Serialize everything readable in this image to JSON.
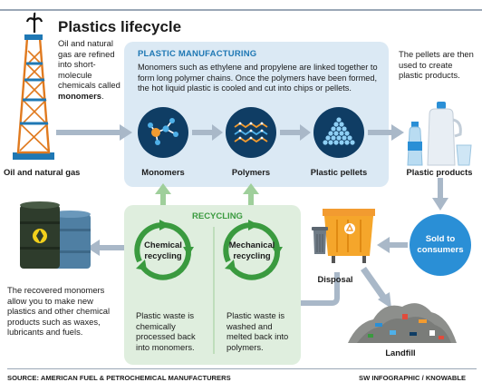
{
  "header": {
    "title": "Plastics lifecycle"
  },
  "oil": {
    "description": "Oil and natural gas are refined into short-molecule chemicals called ",
    "description_bold": "monomers",
    "description_end": ".",
    "label": "Oil and natural gas"
  },
  "manufacturing": {
    "title": "PLASTIC MANUFACTURING",
    "description": "Monomers such as ethylene and propylene are linked together to form long polymer chains. Once the polymers have been formed, the hot liquid plastic is cooled and cut into chips or pellets.",
    "steps": [
      "Monomers",
      "Polymers",
      "Plastic pellets"
    ]
  },
  "products": {
    "description": "The pellets are then used to create plastic products.",
    "label": "Plastic products"
  },
  "sold": {
    "line1": "Sold to",
    "line2": "consumers"
  },
  "disposal": {
    "label": "Disposal"
  },
  "landfill": {
    "label": "Landfill"
  },
  "recycling": {
    "title": "RECYCLING",
    "chemical": {
      "line1": "Chemical",
      "line2": "recycling",
      "description": "Plastic waste is chemically processed back into monomers."
    },
    "mechanical": {
      "line1": "Mechanical",
      "line2": "recycling",
      "description": "Plastic waste is washed and melted back into polymers."
    }
  },
  "recovered": {
    "description": "The recovered monomers allow you to make new plastics and other chemical products such as waxes, lubricants and fuels."
  },
  "footer": {
    "source": "SOURCE: AMERICAN FUEL & PETROCHEMICAL MANUFACTURERS",
    "credit": "SW INFOGRAPHIC / KNOWABLE"
  },
  "colors": {
    "manufacturing_bg": "#dbe9f4",
    "manufacturing_title": "#1f78b4",
    "recycling_bg": "#dfeede",
    "recycling_title": "#3a9a3f",
    "dark_circle": "#0f3d64",
    "arrow": "#a9b8c8",
    "arrow_green": "#9fcf9b",
    "sold_circle": "#2a8fd6"
  }
}
